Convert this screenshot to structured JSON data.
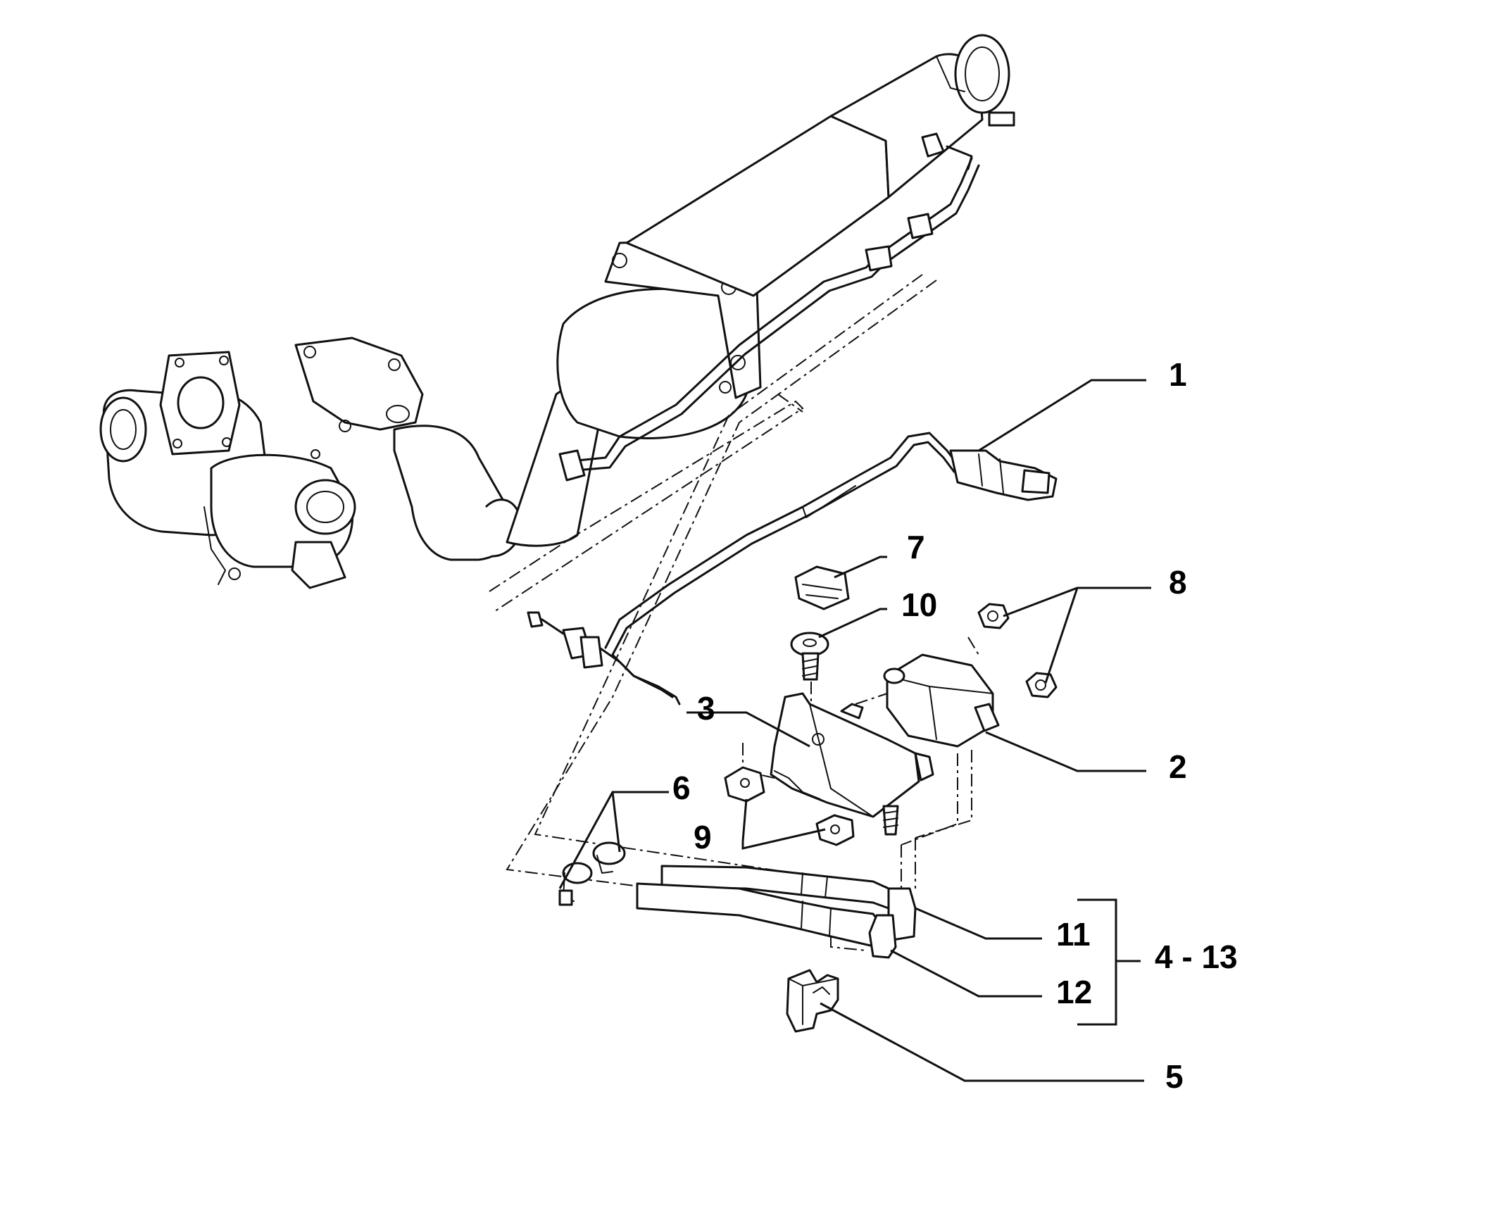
{
  "callouts": {
    "c1": "1",
    "c2": "2",
    "c3": "3",
    "c5": "5",
    "c6": "6",
    "c7": "7",
    "c8": "8",
    "c9": "9",
    "c10": "10",
    "c11": "11",
    "c12": "12",
    "c4_13": "4 - 13"
  },
  "colors": {
    "ink": "#111111",
    "background": "#ffffff"
  }
}
